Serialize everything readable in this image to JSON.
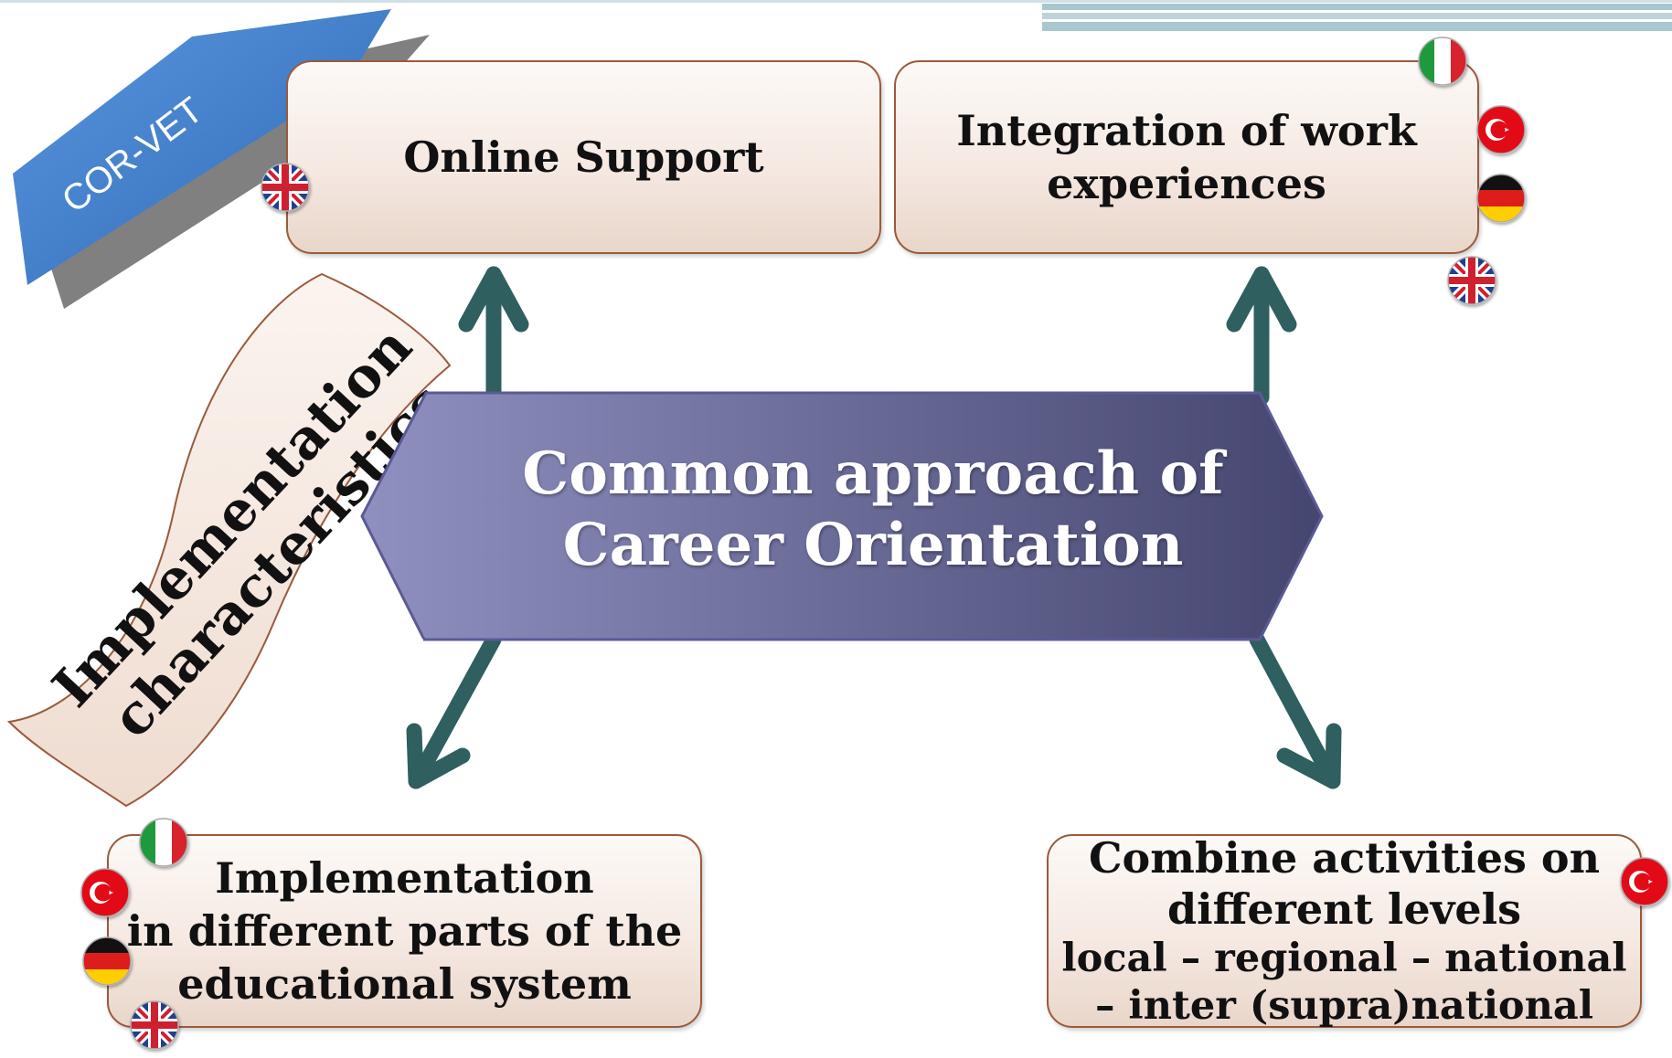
{
  "banner": {
    "label": "COR-VET"
  },
  "center": {
    "line1": "Common approach of",
    "line2": "Career Orientation"
  },
  "ribbon": {
    "line1": "Implementation",
    "line2": "characteristics"
  },
  "boxes": {
    "online_support": {
      "label": "Online Support"
    },
    "work_experience": {
      "line1": "Integration of work",
      "line2": "experiences"
    },
    "implementation": {
      "line1": "Implementation",
      "line2": "in different parts of the",
      "line3": "educational system"
    },
    "combine": {
      "line1": "Combine activities on",
      "line2": "different levels",
      "line3": "local – regional – national",
      "line4": "– inter (supra)national"
    }
  },
  "colors": {
    "center_gradient_start": "#8c8dbd",
    "center_gradient_end": "#46466f",
    "arrow": "#2f5f5f",
    "banner_blue": "#3a78c8",
    "banner_shadow": "#7a7a7a",
    "box_border": "#9a5a3c"
  },
  "flags": {
    "online_support": [
      "uk-flag-icon"
    ],
    "work_experience": [
      "italy-flag-icon",
      "turkey-flag-icon",
      "germany-flag-icon",
      "uk-flag-icon"
    ],
    "implementation": [
      "italy-flag-icon",
      "turkey-flag-icon",
      "germany-flag-icon",
      "uk-flag-icon"
    ],
    "combine": [
      "turkey-flag-icon"
    ]
  }
}
